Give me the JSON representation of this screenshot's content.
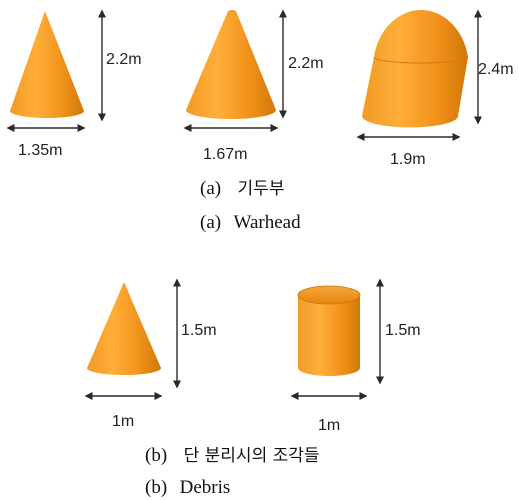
{
  "warhead": {
    "cone1": {
      "height": "2.2m",
      "width": "1.35m"
    },
    "cone2": {
      "height": "2.2m",
      "width": "1.67m"
    },
    "cone3": {
      "height": "2.4m",
      "width": "1.9m"
    },
    "caption_ko_label": "(a)",
    "caption_ko_text": "기두부",
    "caption_en_label": "(a)",
    "caption_en_text": "Warhead"
  },
  "debris": {
    "cone": {
      "height": "1.5m",
      "width": "1m"
    },
    "cylinder": {
      "height": "1.5m",
      "width": "1m"
    },
    "caption_ko_label": "(b)",
    "caption_ko_text": "단 분리시의 조각들",
    "caption_en_label": "(b)",
    "caption_en_text": "Debris"
  },
  "colors": {
    "body_light": "#FFB347",
    "body_mid": "#F59A1E",
    "body_dark": "#C96F00",
    "top_face": "#E08A12"
  }
}
